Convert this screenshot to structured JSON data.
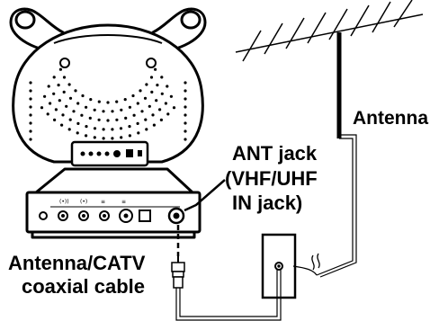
{
  "labels": {
    "antenna": "Antenna",
    "ant_jack_line1": "ANT jack",
    "ant_jack_line2": "(VHF/UHF",
    "ant_jack_line3": "IN jack)",
    "cable_line1": "Antenna/CATV",
    "cable_line2": "coaxial cable"
  },
  "colors": {
    "line": "#000000",
    "background": "#ffffff",
    "panel_fill": "#ffffff"
  }
}
